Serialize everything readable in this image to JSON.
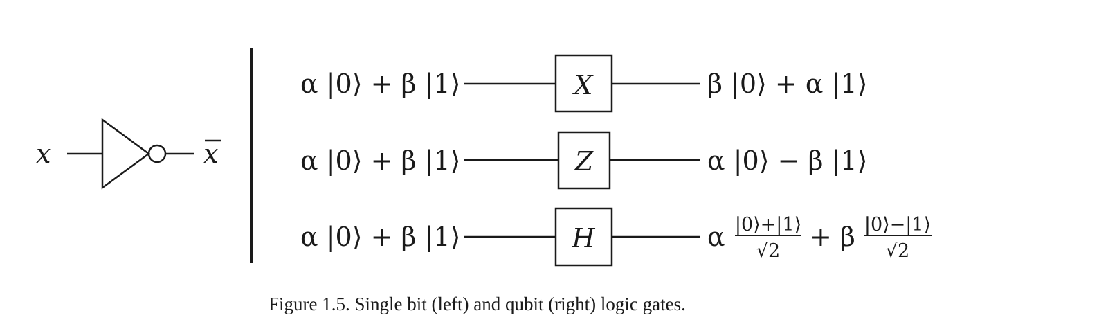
{
  "not_gate": {
    "input_label": "x",
    "output_label": "x"
  },
  "qubit_gates": [
    {
      "input": "α |0⟩ + β |1⟩",
      "gate": "X",
      "output": "β |0⟩ + α |1⟩"
    },
    {
      "input": "α |0⟩ + β |1⟩",
      "gate": "Z",
      "output": "α |0⟩ − β |1⟩"
    },
    {
      "input": "α |0⟩ + β |1⟩",
      "gate": "H",
      "output_parts": {
        "alpha": "α",
        "frac1_num": "|0⟩+|1⟩",
        "frac1_den": "√2",
        "plus_beta": "+ β",
        "frac2_num": "|0⟩−|1⟩",
        "frac2_den": "√2"
      }
    }
  ],
  "caption": "Figure 1.5. Single bit (left) and qubit (right) logic gates.",
  "colors": {
    "ink": "#1a1a1a",
    "background": "#ffffff"
  }
}
